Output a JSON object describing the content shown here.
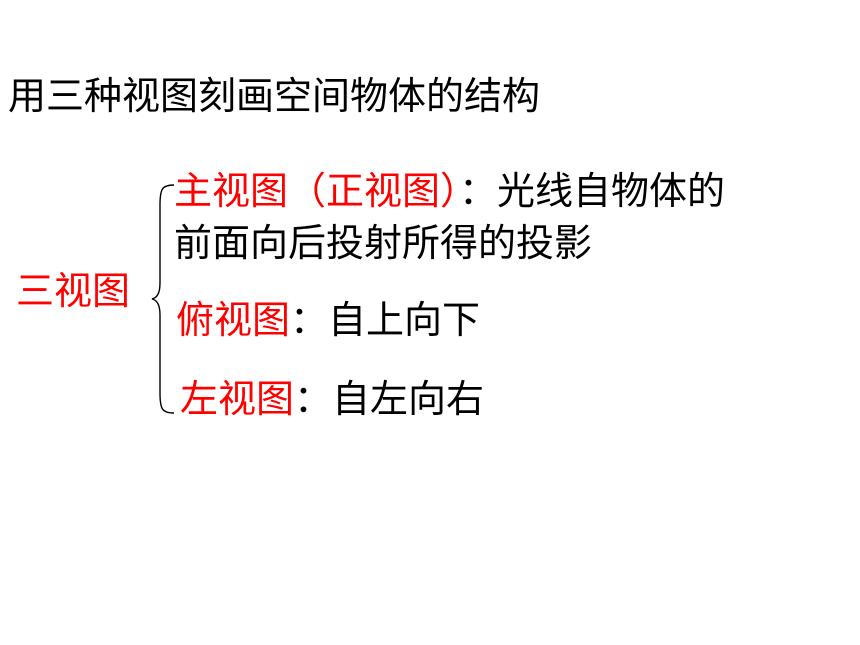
{
  "heading": "用三种视图刻画空间物体的结构",
  "group_label": "三视图",
  "entries": [
    {
      "term": "主视图（正视图）",
      "separator": "：",
      "description_line1": "光线自物体的",
      "description_line2": "前面向后投射所得的投影"
    },
    {
      "term": "俯视图",
      "separator": "：",
      "description_line1": "自上向下"
    },
    {
      "term": "左视图",
      "separator": "：",
      "description_line1": "自左向右"
    }
  ],
  "colors": {
    "accent": "#ff0000",
    "text": "#000000",
    "background": "#ffffff"
  }
}
